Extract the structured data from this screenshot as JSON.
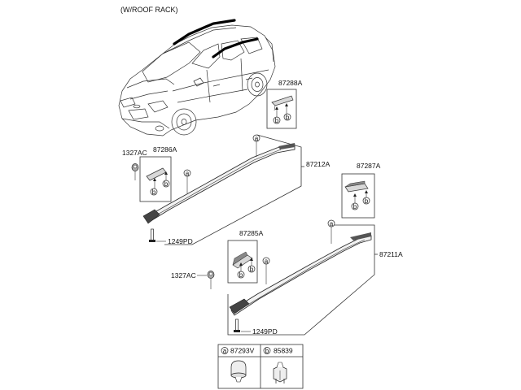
{
  "header": {
    "note": "(W/ROOF RACK)"
  },
  "parts": {
    "p87288A": "87288A",
    "p1327AC_top": "1327AC",
    "p87286A": "87286A",
    "p87212A": "87212A",
    "p87287A": "87287A",
    "p1249PD_top": "1249PD",
    "p87285A": "87285A",
    "p1327AC_bottom": "1327AC",
    "p87211A": "87211A",
    "p1249PD_bottom": "1249PD"
  },
  "callouts": {
    "a": "a",
    "b": "b"
  },
  "legend": {
    "a_label": "a",
    "a_part": "87293V",
    "b_label": "b",
    "b_part": "85839"
  }
}
